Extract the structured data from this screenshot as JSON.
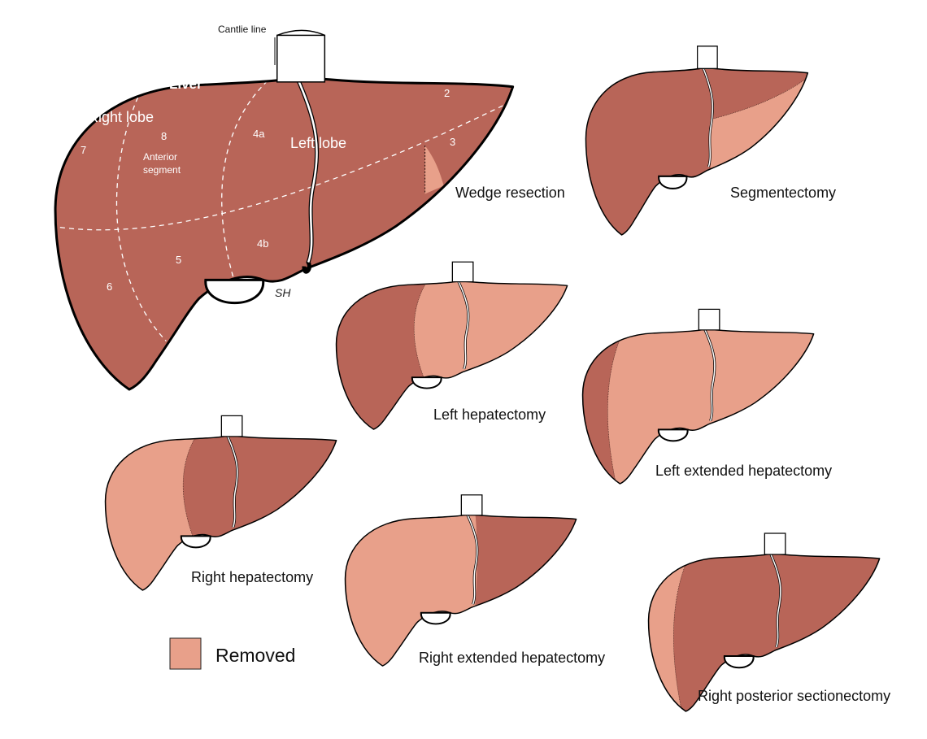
{
  "colors": {
    "liver": "#b86558",
    "removed": "#e8a08a",
    "outline": "#000000",
    "vessel": "#ffffff"
  },
  "main_liver": {
    "title": "Liver",
    "cantlie_label": "Cantlie line",
    "right_lobe_label": "Right lobe",
    "left_lobe_label": "Left lobe",
    "anterior_label_line1": "Anterior",
    "anterior_label_line2": "segment",
    "segments": [
      "2",
      "3",
      "4a",
      "4b",
      "5",
      "6",
      "7",
      "8"
    ],
    "signature": "SH"
  },
  "procedures": [
    {
      "name": "Wedge resection",
      "removed_parts": [
        "wedge"
      ]
    },
    {
      "name": "Segmentectomy",
      "removed_parts": [
        "segment-3"
      ]
    },
    {
      "name": "Left hepatectomy",
      "removed_parts": [
        "left-lobe",
        "segment-4"
      ]
    },
    {
      "name": "Left extended hepatectomy",
      "removed_parts": [
        "left-lobe",
        "segment-4",
        "anterior-right"
      ]
    },
    {
      "name": "Right hepatectomy",
      "removed_parts": [
        "right-lobe"
      ]
    },
    {
      "name": "Right extended hepatectomy",
      "removed_parts": [
        "right-lobe",
        "segment-4"
      ]
    },
    {
      "name": "Right posterior sectionectomy",
      "removed_parts": [
        "posterior-right"
      ]
    }
  ],
  "legend": {
    "label": "Removed",
    "color": "#e8a08a"
  }
}
